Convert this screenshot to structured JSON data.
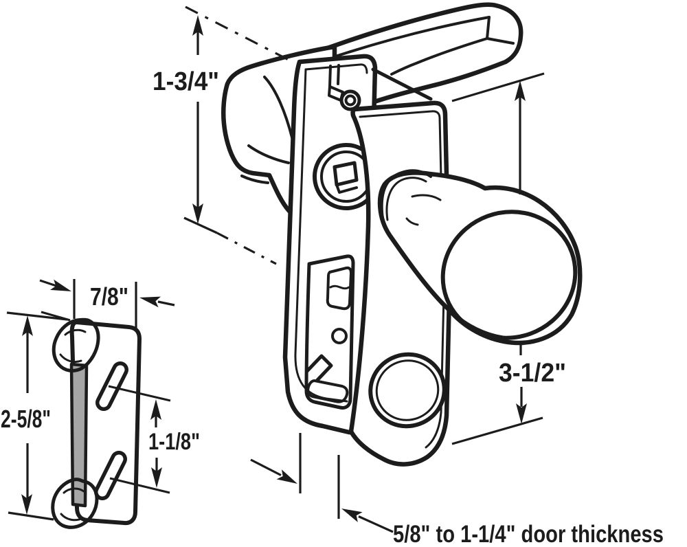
{
  "diagram": {
    "description": "Technical line drawing of a screen door latch set: interior lever handle with escutcheon, exterior knob plate, and strike plate, with dimension callouts",
    "labels": {
      "dim_handle_height": "1-3/4\"",
      "dim_strike_width": "7/8\"",
      "dim_strike_height": "2-5/8\"",
      "dim_slot_spacing": "1-1/8\"",
      "dim_latch_height": "3-1/2\"",
      "door_thickness_note": "5/8\" to 1-1/4\" door thickness"
    },
    "colors": {
      "line": "#1c1c1c",
      "background": "#ffffff",
      "strike_strip_gray": "#a6a6a6"
    }
  }
}
